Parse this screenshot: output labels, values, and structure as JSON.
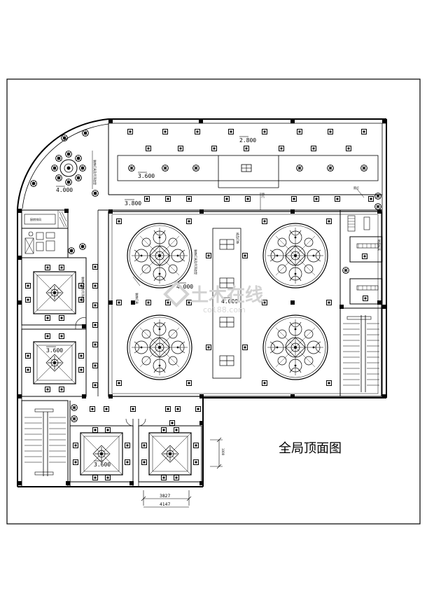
{
  "drawing": {
    "title": "全局顶面图",
    "elevations": {
      "top_band": "2.800",
      "top_inner": "3.600",
      "corner": "4.000",
      "corridor": "3.800",
      "hall_center": "4.000",
      "left_room_2": "3.600",
      "bottom_room_1": "3.600"
    },
    "dimensions": {
      "bottom_inner": "3827",
      "bottom_outer": "4147",
      "side_small": "1000"
    },
    "watermark": {
      "main": "土木在线",
      "sub": "co188.com"
    }
  },
  "colors": {
    "line": "#000000",
    "paper": "#ffffff",
    "watermark": "#d2d2d2"
  }
}
